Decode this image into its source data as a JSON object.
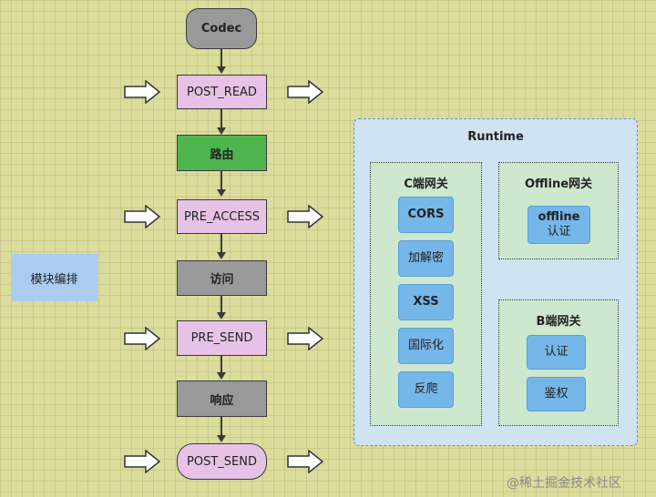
{
  "flow": {
    "codec": "Codec",
    "post_read": "POST_READ",
    "route": "路由",
    "pre_access": "PRE_ACCESS",
    "access": "访问",
    "pre_send": "PRE_SEND",
    "response": "响应",
    "post_send": "POST_SEND"
  },
  "module": "模块编排",
  "runtime": {
    "title": "Runtime",
    "c_gateway": {
      "title": "C端网关",
      "items": [
        "CORS",
        "加解密",
        "XSS",
        "国际化",
        "反爬"
      ]
    },
    "offline_gateway": {
      "title": "Offline网关",
      "item_line1": "offline",
      "item_line2": "认证"
    },
    "b_gateway": {
      "title": "B端网关",
      "items": [
        "认证",
        "鉴权"
      ]
    }
  },
  "watermark": "@稀土掘金技术社区"
}
